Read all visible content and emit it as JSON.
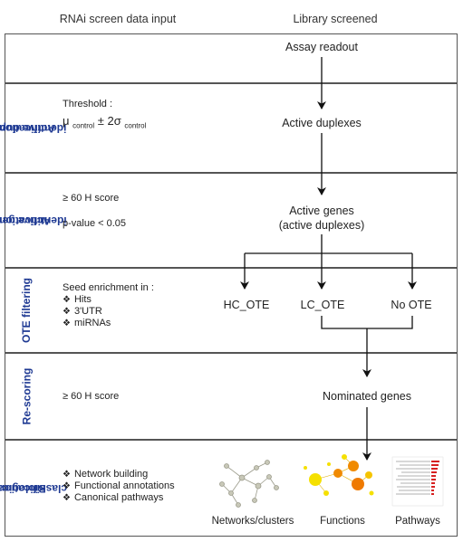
{
  "header": {
    "left": "RNAi  screen data input",
    "right": "Library screened"
  },
  "rows": {
    "readout": {
      "flow": "Assay readout"
    },
    "duplex": {
      "label_line1": "Active duplex",
      "label_line2": "identification",
      "threshold_label": "Threshold :",
      "threshold_mu": "μ",
      "threshold_control1": "control",
      "threshold_pm": "± 2σ",
      "threshold_control2": "control",
      "flow": "Active duplexes"
    },
    "gene": {
      "label_line1": "Active gene",
      "label_line2": "identification",
      "score": "≥ 60 H score",
      "pvalue": "p-value < 0.05",
      "flow_line1": "Active genes",
      "flow_line2": "(active duplexes)"
    },
    "ote": {
      "label": "OTE filtering",
      "seed_title": "Seed enrichment in :",
      "bullets": [
        "Hits",
        "3'UTR",
        "miRNAs"
      ],
      "hc": "HC_OTE",
      "lc": "LC_OTE",
      "no": "No OTE"
    },
    "rescoring": {
      "label": "Re-scoring",
      "score": "≥ 60 H score",
      "flow": "Nominated genes"
    },
    "bio": {
      "label_line1": "Biological",
      "label_line2": "classification",
      "bullets": [
        "Network building",
        "Functional annotations",
        "Canonical pathways"
      ],
      "cap_networks": "Networks/clusters",
      "cap_functions": "Functions",
      "cap_pathways": "Pathways"
    }
  },
  "colors": {
    "label": "#1f3a93",
    "border": "#555555",
    "node_yellow": "#f5e000",
    "node_orange": "#f08a00"
  }
}
